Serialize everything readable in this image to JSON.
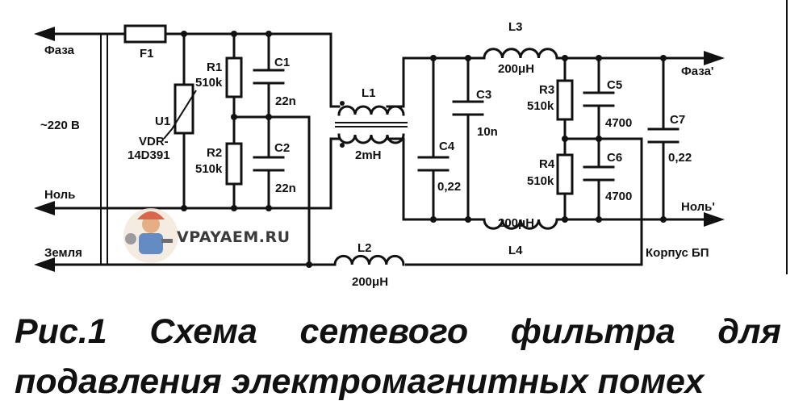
{
  "labels": {
    "phase_in": "Фаза",
    "mains": "~220 В",
    "neutral_in": "Ноль",
    "ground": "Земля",
    "phase_out": "Фаза'",
    "neutral_out": "Ноль'",
    "chassis": "Корпус БП"
  },
  "components": {
    "F1": "F1",
    "U1": "U1",
    "U1_part_a": "VDR-",
    "U1_part_b": "14D391",
    "R1": "R1",
    "R1_val": "510k",
    "R2": "R2",
    "R2_val": "510k",
    "C1": "C1",
    "C1_val": "22n",
    "C2": "C2",
    "C2_val": "22n",
    "L1": "L1",
    "L1_val": "2mH",
    "C3": "C3",
    "C3_val": "10n",
    "C4": "C4",
    "C4_val": "0,22",
    "L3": "L3",
    "L3_val": "200μH",
    "L4": "L4",
    "L4_val": "200μH",
    "R3": "R3",
    "R3_val": "510k",
    "R4": "R4",
    "R4_val": "510k",
    "C5": "C5",
    "C5_val": "4700",
    "C6": "C6",
    "C6_val": "4700",
    "C7": "C7",
    "C7_val": "0,22",
    "L2": "L2",
    "L2_val": "200μH"
  },
  "watermark": "VPAYAEM.RU",
  "caption": {
    "line1": "Рис.1 Схема сетевого фильтра для",
    "line2": "подавления электромагнитных помех"
  },
  "colors": {
    "phase": "#e01b1b",
    "neutral": "#1f3fcf",
    "ground": "#1a9a1a",
    "wire": "#111111"
  }
}
